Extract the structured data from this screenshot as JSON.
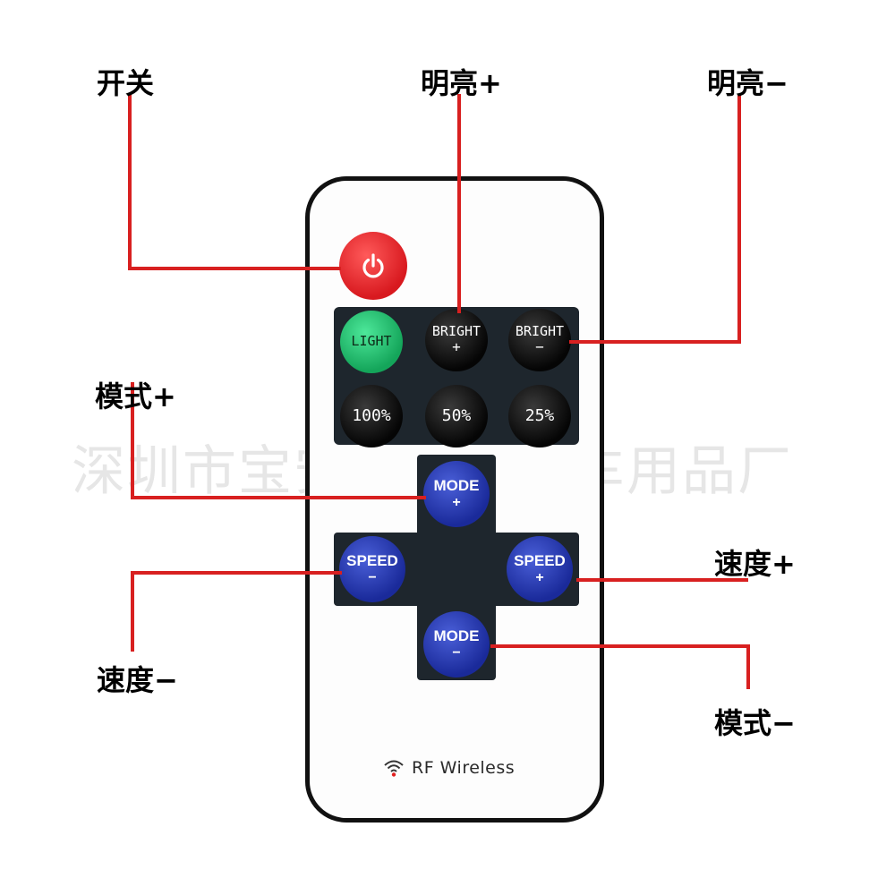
{
  "remote": {
    "power_icon": "power-icon",
    "top_panel": {
      "rows": [
        [
          {
            "label": "LIGHT",
            "sub": "",
            "color": "#1db866"
          },
          {
            "label": "BRIGHT",
            "sub": "+",
            "color": "#000000"
          },
          {
            "label": "BRIGHT",
            "sub": "−",
            "color": "#000000"
          }
        ],
        [
          {
            "label": "100%",
            "sub": "",
            "color": "#000000"
          },
          {
            "label": "50%",
            "sub": "",
            "color": "#000000"
          },
          {
            "label": "25%",
            "sub": "",
            "color": "#000000"
          }
        ]
      ]
    },
    "cross_panel": {
      "mode_plus": {
        "label": "MODE",
        "sub": "+"
      },
      "speed_minus": {
        "label": "SPEED",
        "sub": "−"
      },
      "speed_plus": {
        "label": "SPEED",
        "sub": "+"
      },
      "mode_minus": {
        "label": "MODE",
        "sub": "−"
      }
    },
    "footer": {
      "icon": "wireless-icon",
      "label": "RF Wireless"
    }
  },
  "callouts": {
    "power": "开关",
    "bright_plus": "明亮+",
    "bright_minus": "明亮−",
    "mode_plus": "模式+",
    "speed_plus": "速度+",
    "speed_minus": "速度−",
    "mode_minus": "模式−"
  },
  "watermark": "深圳市宝安区优光汽车用品厂",
  "colors": {
    "leader_line": "#d82020",
    "power_button": "#e82228",
    "light_button": "#1db866",
    "blue_buttons": "#2233aa",
    "panel": "#1e262d",
    "remote_body": "#fdfdfd",
    "remote_border": "#111111"
  }
}
